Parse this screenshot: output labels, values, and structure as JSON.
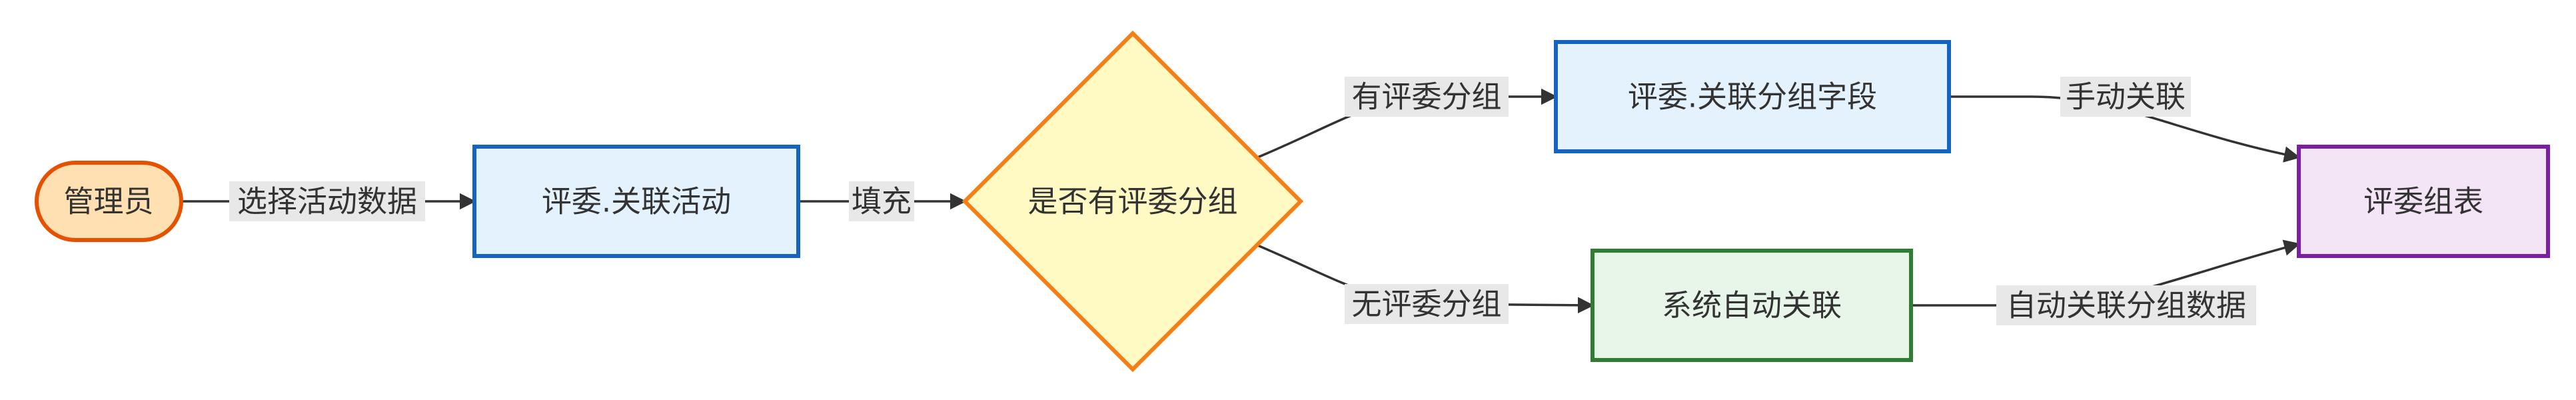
{
  "nodes": {
    "admin": "管理员",
    "judge_activity": "评委.关联活动",
    "has_group": "是否有评委分组",
    "judge_group_field": "评委.关联分组字段",
    "system_auto": "系统自动关联",
    "judge_group_table": "评委组表"
  },
  "edges": {
    "select_activity": "选择活动数据",
    "fill": "填充",
    "yes_group": "有评委分组",
    "no_group": "无评委分组",
    "manual": "手动关联",
    "auto_group_data": "自动关联分组数据"
  },
  "colors": {
    "admin_fill": "#FFE0B2",
    "admin_stroke": "#E65100",
    "blue_fill": "#E3F2FD",
    "blue_stroke": "#1565C0",
    "diamond_fill": "#FFF9C4",
    "diamond_stroke": "#F57F17",
    "green_fill": "#E8F5E9",
    "green_stroke": "#2E7D32",
    "purple_fill": "#F3E5F5",
    "purple_stroke": "#7B1FA2"
  }
}
